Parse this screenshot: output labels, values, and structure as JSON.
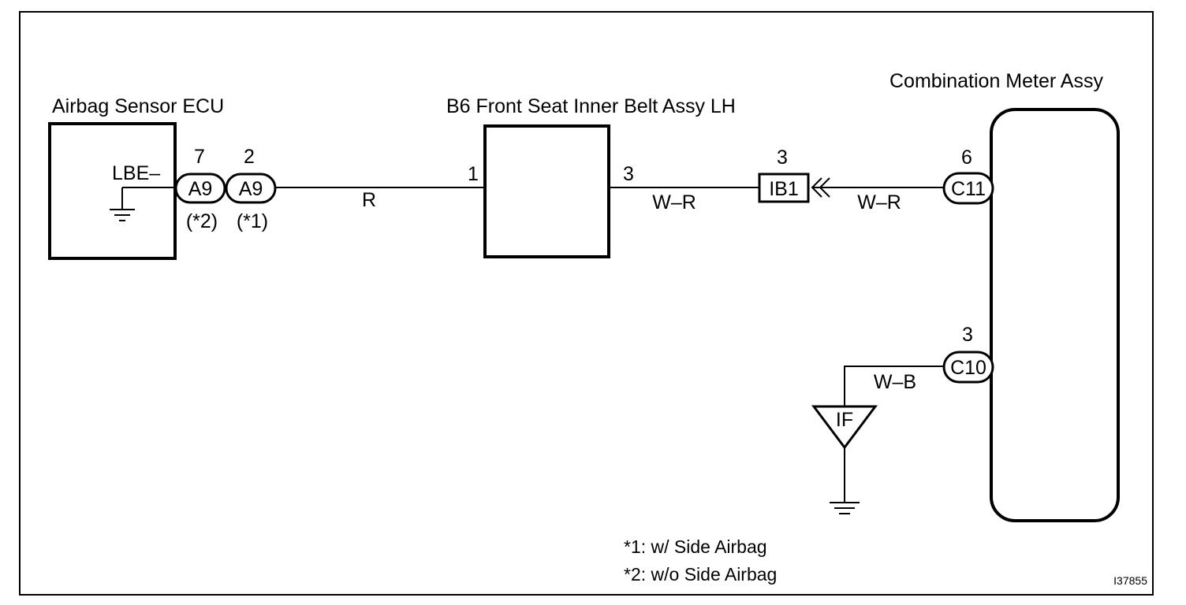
{
  "components": {
    "airbag_ecu": {
      "name": "Airbag Sensor ECU",
      "terminal_label": "LBE–"
    },
    "belt_assy": {
      "name": "B6 Front Seat Inner Belt Assy LH"
    },
    "meter_assy": {
      "name": "Combination Meter Assy"
    }
  },
  "connectors": {
    "a9_left": {
      "code": "A9",
      "pin": "7",
      "note": "(*2)"
    },
    "a9_right": {
      "code": "A9",
      "pin": "2",
      "note": "(*1)"
    },
    "b6_in": {
      "pin": "1"
    },
    "b6_out": {
      "pin": "3"
    },
    "ib1": {
      "code": "IB1",
      "pin": "3"
    },
    "c11": {
      "code": "C11",
      "pin": "6"
    },
    "c10": {
      "code": "C10",
      "pin": "3"
    },
    "ground_if": {
      "code": "IF"
    }
  },
  "wires": {
    "a9_to_b6": "R",
    "b6_to_ib1": "W–R",
    "ib1_to_c11": "W–R",
    "c10_to_if": "W–B"
  },
  "notes": {
    "note1": "*1: w/ Side Airbag",
    "note2": "*2: w/o Side Airbag"
  },
  "figure_id": "I37855"
}
